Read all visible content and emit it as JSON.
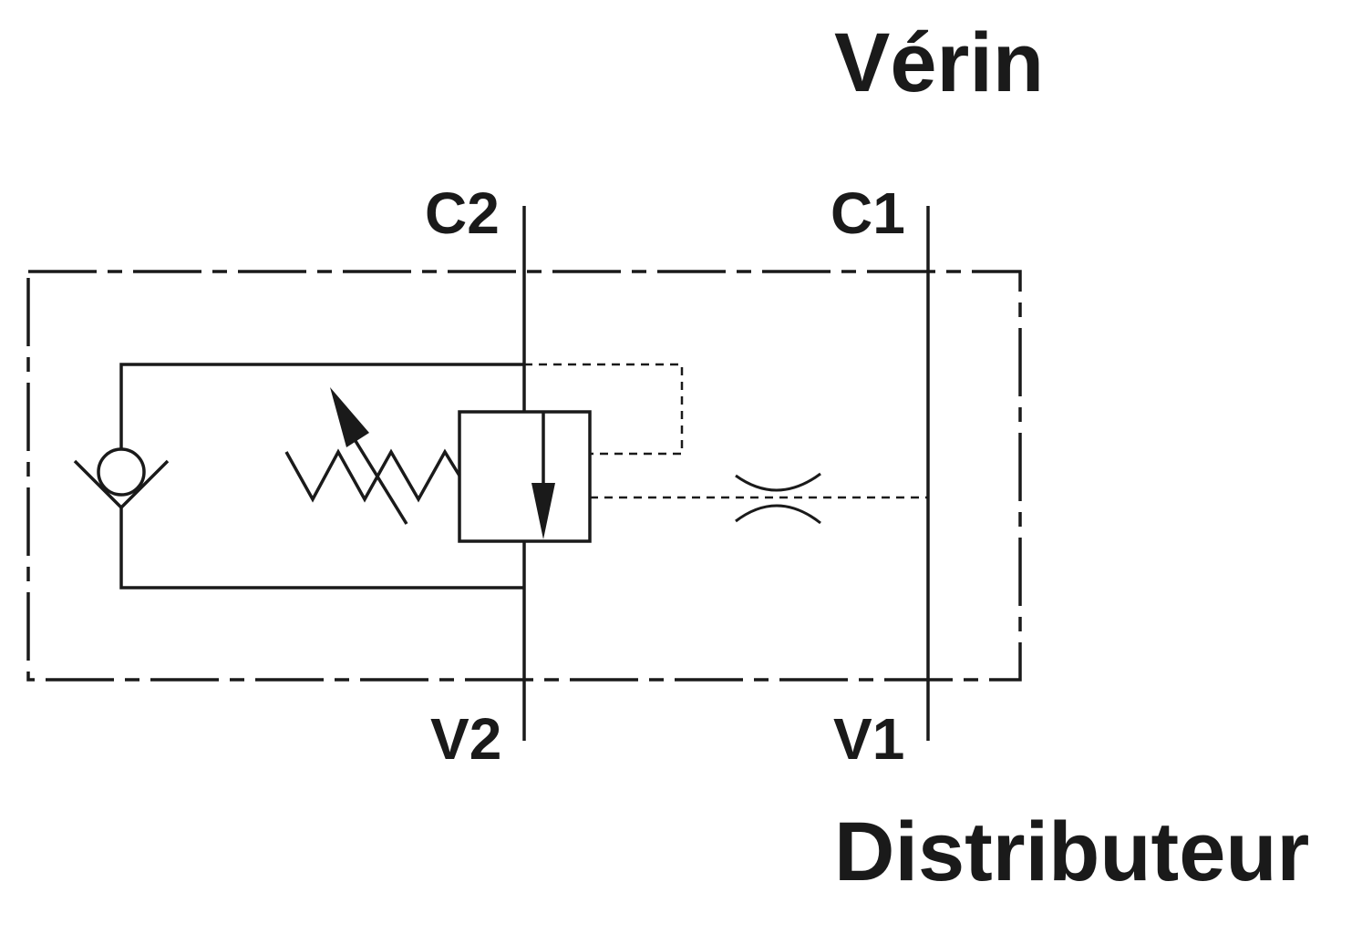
{
  "labels": {
    "top": "Vérin",
    "bottom": "Distributeur",
    "port_c2": "C2",
    "port_c1": "C1",
    "port_v2": "V2",
    "port_v1": "V1"
  },
  "colors": {
    "ink": "#1a1a1a",
    "background": "#ffffff"
  }
}
